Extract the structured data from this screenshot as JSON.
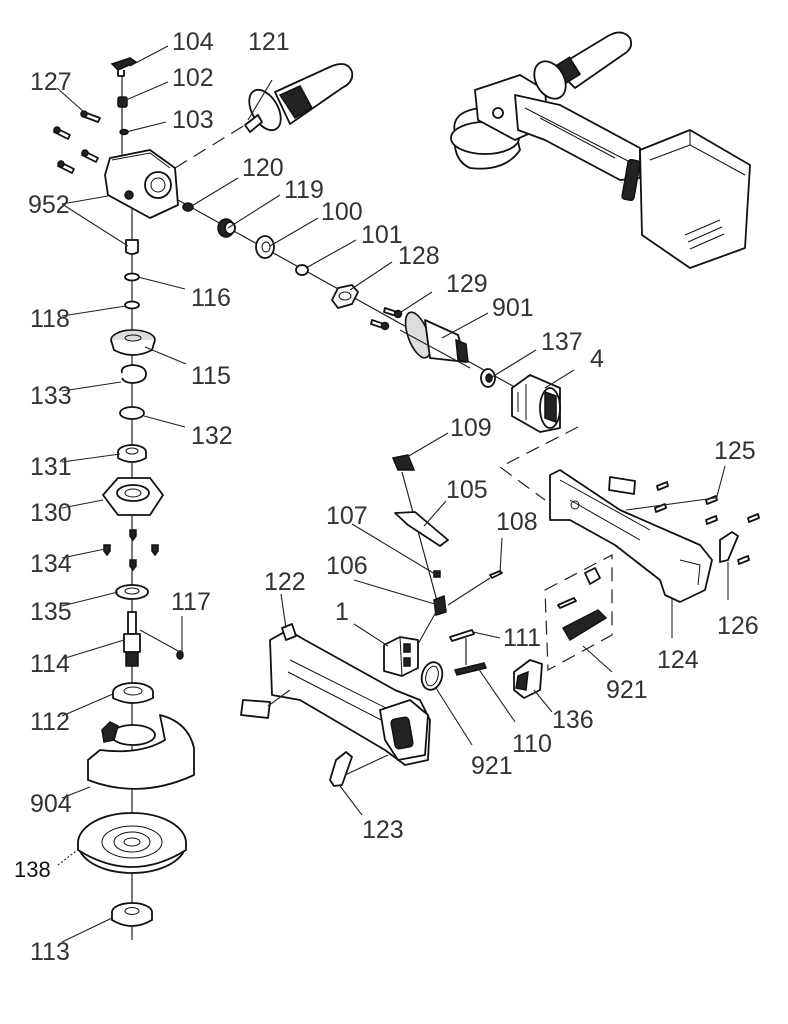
{
  "diagram": {
    "title": "Angle grinder exploded parts diagram",
    "labels": {
      "l104": "104",
      "l102": "102",
      "l103": "103",
      "l127": "127",
      "l952": "952",
      "l121": "121",
      "l120": "120",
      "l119": "119",
      "l100": "100",
      "l101": "101",
      "l128": "128",
      "l129": "129",
      "l901": "901",
      "l137": "137",
      "l4": "4",
      "l116": "116",
      "l118": "118",
      "l115": "115",
      "l133": "133",
      "l132": "132",
      "l131": "131",
      "l130": "130",
      "l134": "134",
      "l135": "135",
      "l117": "117",
      "l114": "114",
      "l112": "112",
      "l904": "904",
      "l138": "138",
      "l113": "113",
      "l109": "109",
      "l105": "105",
      "l107": "107",
      "l108": "108",
      "l106": "106",
      "l1": "1",
      "l111": "111",
      "l122": "122",
      "l921a": "921",
      "l110": "110",
      "l136": "136",
      "l123": "123",
      "l125": "125",
      "l126": "126",
      "l124": "124",
      "l921b": "921"
    }
  }
}
